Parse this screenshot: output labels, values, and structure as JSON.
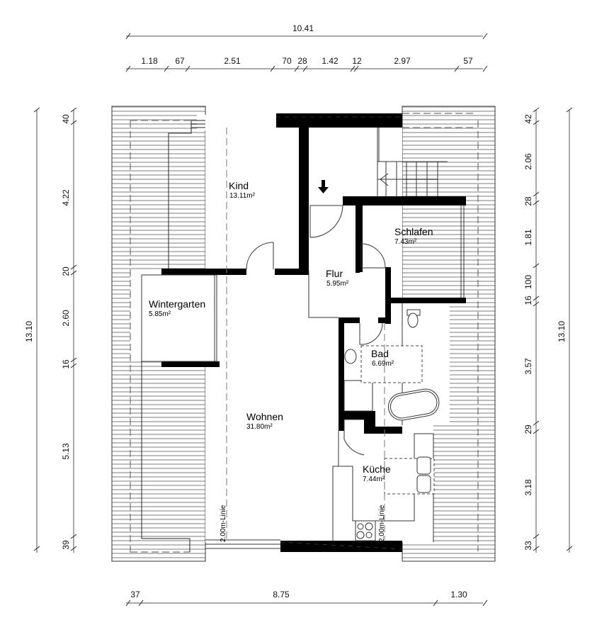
{
  "drawing": {
    "type": "floor-plan",
    "background": "#ffffff",
    "wall_color": "#000000",
    "hatch_color": "#bdbdbd"
  },
  "rooms": [
    {
      "name": "Kind",
      "area": "13.11m²"
    },
    {
      "name": "Schlafen",
      "area": "7.43m²"
    },
    {
      "name": "Flur",
      "area": "5.95m²"
    },
    {
      "name": "Wintergarten",
      "area": "5.85m²"
    },
    {
      "name": "Bad",
      "area": "6.69m²"
    },
    {
      "name": "Wohnen",
      "area": "31.80m²"
    },
    {
      "name": "Küche",
      "area": "7.44m²"
    }
  ],
  "labels": {
    "height_line_left": "2.00m-Linie",
    "height_line_right": "2.00m-Linie"
  },
  "dimensions": {
    "top_total": "10.41",
    "top_segments": [
      "1.18",
      "67",
      "2.51",
      "70",
      "28",
      "1.42",
      "12",
      "2.97",
      "57"
    ],
    "bottom_segments": [
      "37",
      "8.75",
      "1.30"
    ],
    "left_total": "13.10",
    "left_segments": [
      "40",
      "4.22",
      "20",
      "2.60",
      "16",
      "5.13",
      "39"
    ],
    "right_total": "13.10",
    "right_segments": [
      "42",
      "2.06",
      "28",
      "1.81",
      "100",
      "16",
      "3.57",
      "29",
      "3.18",
      "33"
    ]
  }
}
